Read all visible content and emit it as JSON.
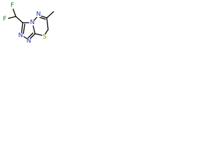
{
  "molecule": {
    "atoms": {
      "f_top": "F",
      "f_left": "F",
      "n_triazole_top": "N",
      "n_triazole_bottom_left": "N",
      "n_triazole_bottom_right": "N",
      "n_thiadiazine": "N",
      "s_ring": "S"
    },
    "colors": {
      "bond": "#000000",
      "fluorine": "#1a7f1a",
      "nitrogen": "#1f2fb3",
      "sulfur": "#9a8a00"
    }
  }
}
